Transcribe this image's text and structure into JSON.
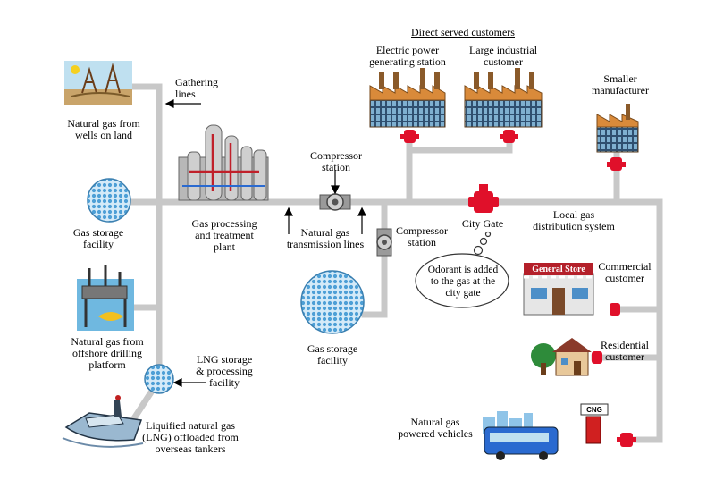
{
  "title": "Direct served customers",
  "labels": {
    "wells": "Natural gas from\nwells on land",
    "gathering": "Gathering\nlines",
    "gas_storage_left": "Gas storage\nfacility",
    "processing": "Gas processing\nand treatment\nplant",
    "compressor_top": "Compressor\nstation",
    "transmission": "Natural gas\ntransmission lines",
    "compressor_mid": "Compressor\nstation",
    "city_gate": "City Gate",
    "local_distribution": "Local gas\ndistribution system",
    "electric_power": "Electric power\ngenerating station",
    "large_industrial": "Large industrial\ncustomer",
    "smaller_manufacturer": "Smaller\nmanufacturer",
    "odorant": "Odorant is added\nto the gas at the\ncity gate",
    "commercial": "Commercial\ncustomer",
    "residential": "Residential\ncustomer",
    "gas_storage_mid": "Gas storage\nfacility",
    "offshore": "Natural gas from\noffshore drilling\nplatform",
    "lng_storage": "LNG storage\n& processing\nfacility",
    "lng_offloaded": "Liquified natural gas\n(LNG) offloaded from\noverseas tankers",
    "vehicles": "Natural gas\npowered vehicles"
  },
  "signs": {
    "general_store": "General Store",
    "cng": "CNG"
  },
  "colors": {
    "pipe": "#c8c8c8",
    "valve": "#e0102a",
    "storage_sphere": "#5aa8d8",
    "factory_roof": "#d98a3a",
    "factory_wall": "#8a5a2a"
  }
}
